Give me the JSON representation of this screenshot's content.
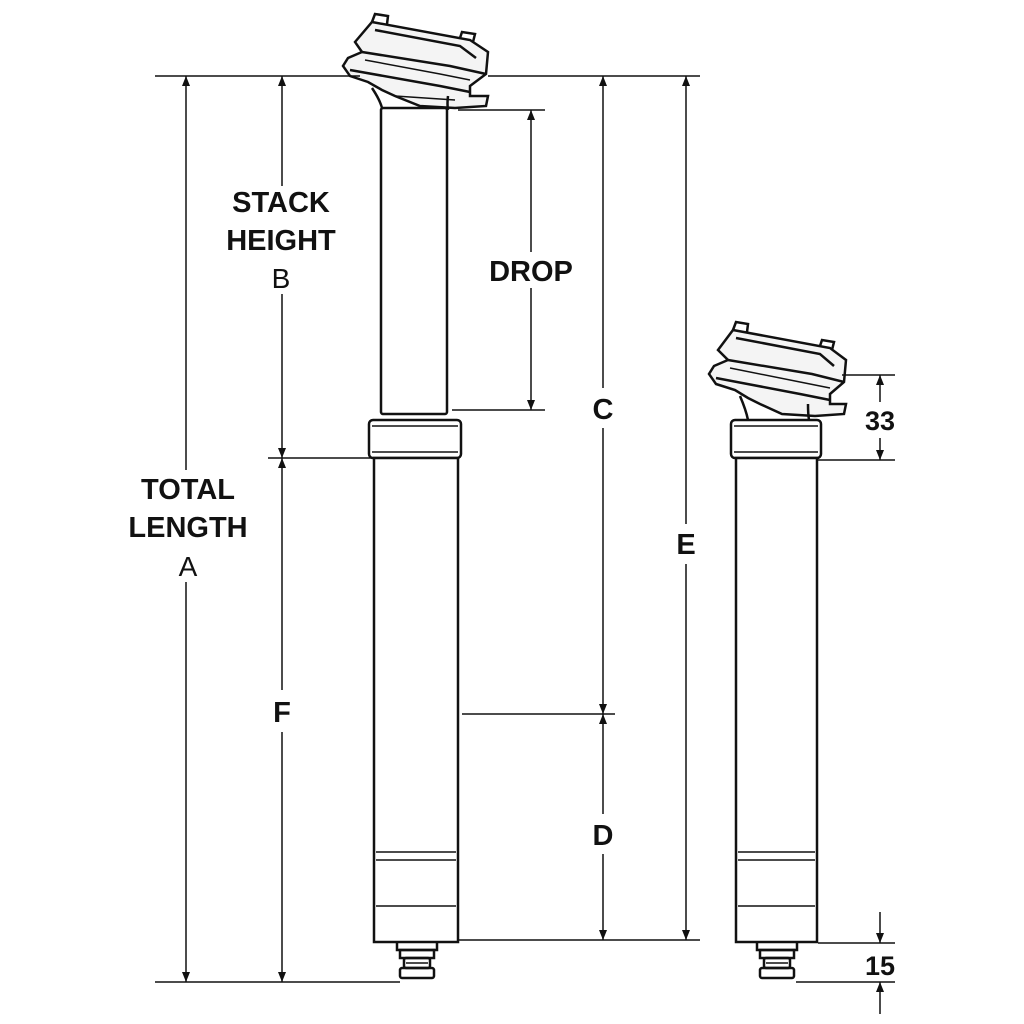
{
  "labels": {
    "stack_height_line1": "STACK",
    "stack_height_line2": "HEIGHT",
    "stack_height_letter": "B",
    "total_length_line1": "TOTAL",
    "total_length_line2": "LENGTH",
    "total_length_letter": "A",
    "drop": "DROP",
    "c": "C",
    "e": "E",
    "f": "F",
    "d": "D",
    "dim_33": "33",
    "dim_15": "15"
  },
  "colors": {
    "line": "#111111",
    "shade": "#777777",
    "background": "#ffffff"
  }
}
